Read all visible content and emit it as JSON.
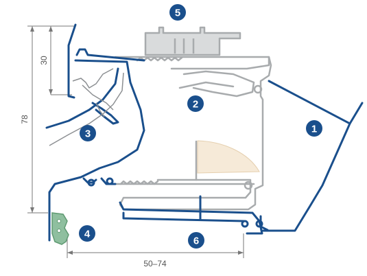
{
  "dimensions": {
    "height_inner": "30",
    "height_total": "78",
    "width_range": "50–74"
  },
  "callouts": [
    "1",
    "2",
    "3",
    "4",
    "5",
    "6"
  ],
  "colors": {
    "blue_profile": "#1a4f8c",
    "gray_profile": "#a8abad",
    "gray_profile_fill": "#d9dbdc",
    "gasket_green": "#8fbf9f",
    "insulation": "#f6ead8",
    "badge": "#1a4f8c",
    "dim_line": "#777777"
  }
}
